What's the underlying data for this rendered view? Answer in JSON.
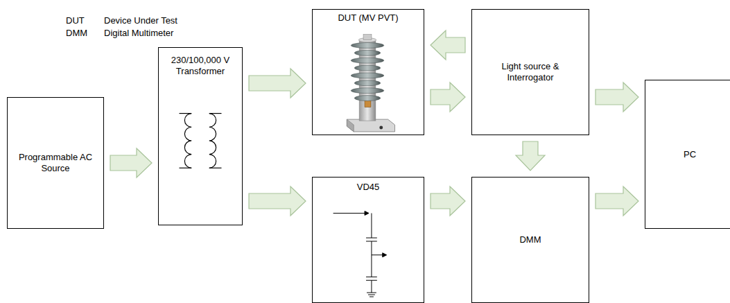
{
  "diagram": {
    "nodes": [
      {
        "text": [
          "Programmable AC Source"
        ]
      },
      {
        "text": [
          "230/100,000 V Transformer"
        ]
      },
      {
        "text": [
          "DUT (MV PVT)"
        ]
      },
      {
        "text": [
          "Light source & Interrogator"
        ]
      },
      {
        "text": [
          "VD45"
        ]
      },
      {
        "text": [
          "DMM"
        ]
      },
      {
        "text": [
          "PC"
        ]
      }
    ],
    "edges": [
      {
        "from": 0,
        "to": 1,
        "arrow": "to"
      },
      {
        "from": 1,
        "to": 2,
        "arrow": "to"
      },
      {
        "from": 1,
        "to": 4,
        "arrow": "to"
      },
      {
        "from": 3,
        "to": 2,
        "arrow": "to"
      },
      {
        "from": 2,
        "to": 3,
        "arrow": "to"
      },
      {
        "from": 3,
        "to": 5,
        "arrow": "to"
      },
      {
        "from": 4,
        "to": 5,
        "arrow": "to"
      },
      {
        "from": 3,
        "to": 6,
        "arrow": "to"
      },
      {
        "from": 5,
        "to": 6,
        "arrow": "to"
      }
    ],
    "labels": [
      "DUT",
      "Device Under Test",
      "DMM",
      "Digital Multimeter"
    ]
  }
}
